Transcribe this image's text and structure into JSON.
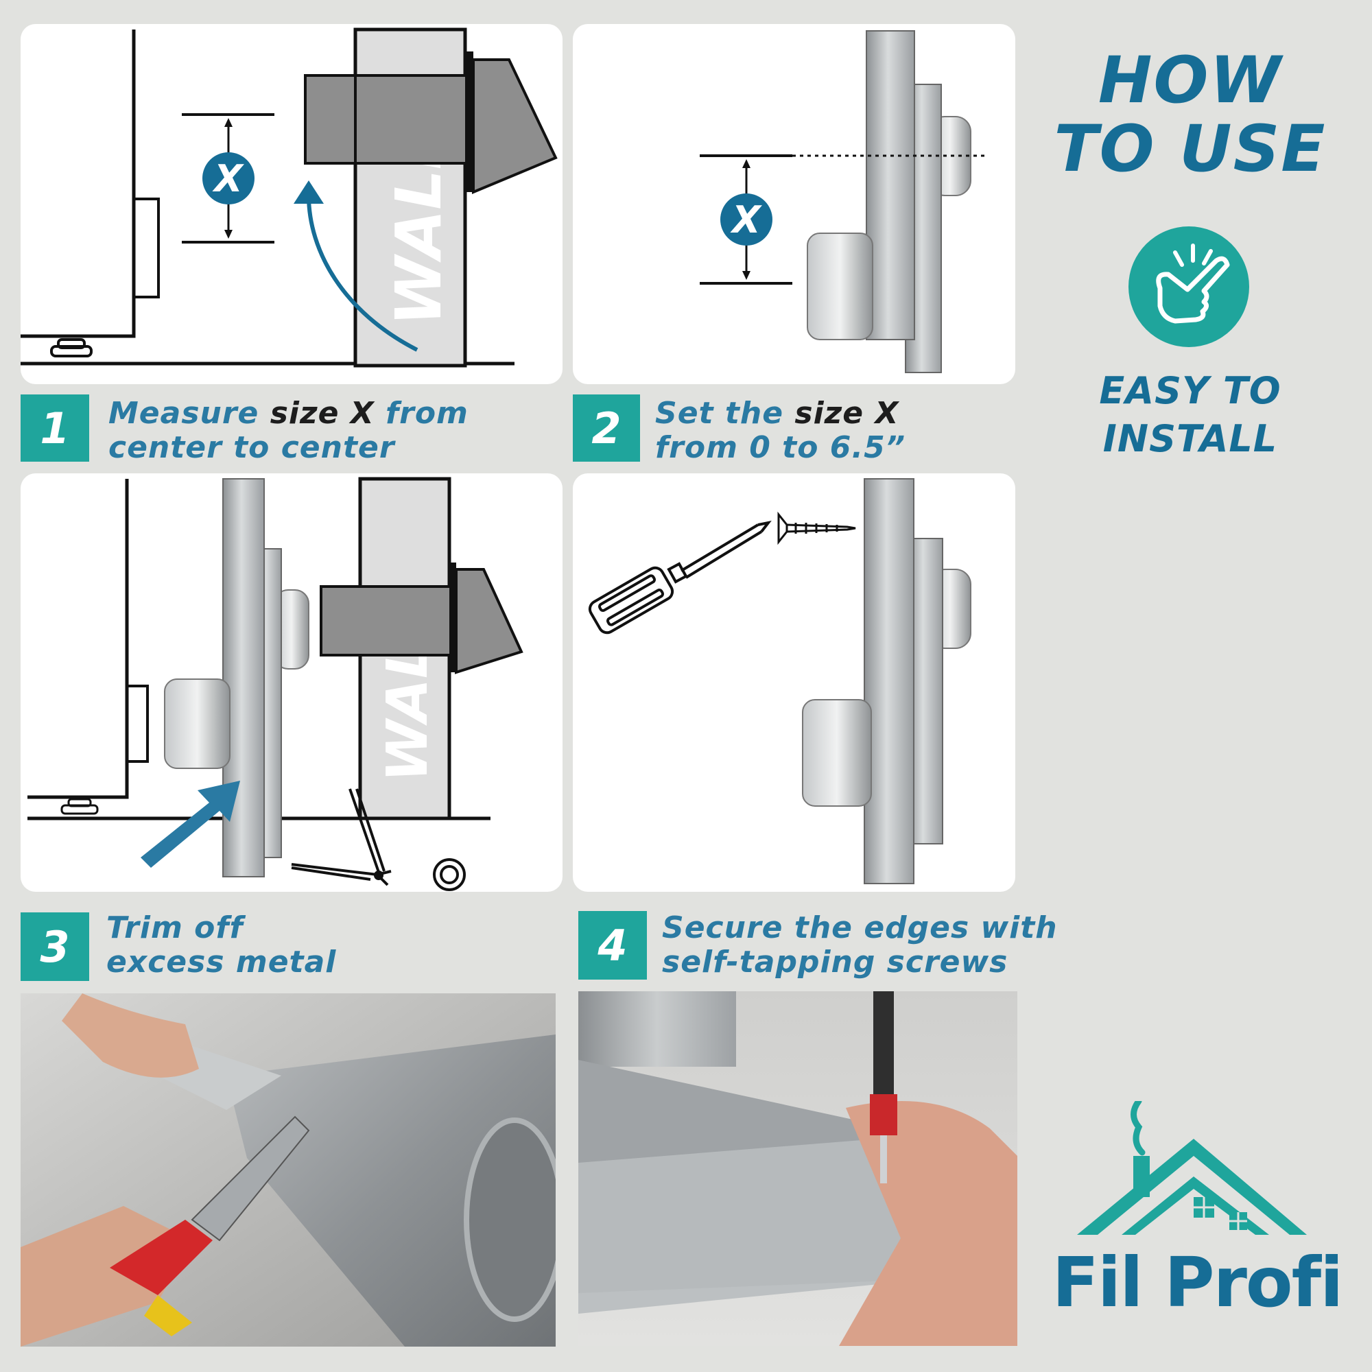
{
  "header": {
    "title_line1": "HOW",
    "title_line2": "TO USE",
    "tag_line1": "EASY TO",
    "tag_line2": "INSTALL",
    "hand_icon": "tap-hand-icon"
  },
  "steps": [
    {
      "number": "1",
      "caption_part1": "Measure ",
      "caption_em": "size X",
      "caption_part2": " from",
      "caption_line2": "center to center",
      "marker": "X",
      "wall_label": "WALL"
    },
    {
      "number": "2",
      "caption_part1": "Set the ",
      "caption_em": "size X",
      "caption_line2": "from 0 to 6.5”",
      "marker": "X"
    },
    {
      "number": "3",
      "caption_line1": "Trim off",
      "caption_line2": "excess metal",
      "wall_label": "WALL"
    },
    {
      "number": "4",
      "caption_line1": "Secure the edges with",
      "caption_line2": "self-tapping screws"
    }
  ],
  "brand": {
    "name": "Fil Profi",
    "logo_icon": "house-chimney-logo",
    "colors": {
      "teal": "#1fa59c",
      "blue": "#166d96"
    }
  }
}
